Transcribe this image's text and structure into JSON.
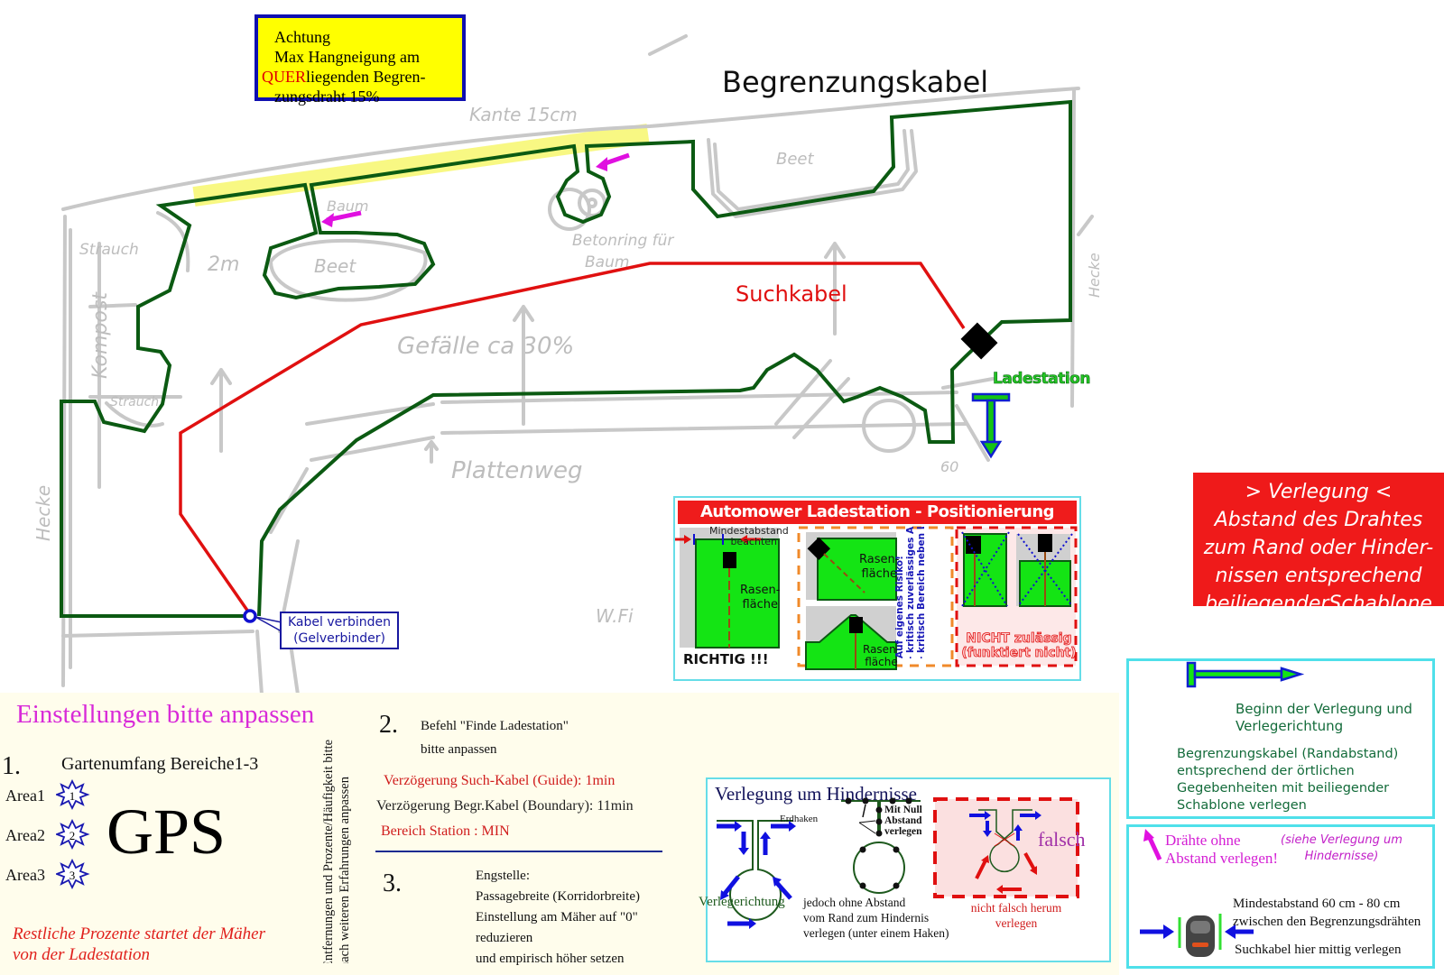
{
  "colors": {
    "boundary_cable": "#0b5a12",
    "guide_cable": "#e01010",
    "sketch": "#c8c8c8",
    "warning_bg": "#ffff00",
    "warning_border": "#1010b0",
    "panel_border": "#66dde8",
    "header_red": "#ef1c1c",
    "magenta": "#d82ad8",
    "settings_bg": "#fffdec"
  },
  "warning": {
    "line1": "Achtung",
    "line2": "Max Hangneigung am",
    "highlight": "QUER",
    "line3": "liegenden Begren-",
    "line4": "zungsdraht 15%"
  },
  "map": {
    "boundary_label": "Begrenzungskabel",
    "guide_label": "Suchkabel",
    "station_label": "Ladestation",
    "connector_callout": [
      "Kabel verbinden",
      "(Gelverbinder)"
    ],
    "sketch_labels": {
      "kante": "Kante 15cm",
      "strauch_top": "Strauch",
      "kompost": "Kompost",
      "strauch_bottom": "Strauch",
      "beet_left": "Beet",
      "beet_right": "Beet",
      "baum": "Baum",
      "two_m": "2m",
      "betonring": "Betonring für",
      "baum2": "Baum",
      "gefaelle": "Gefälle ca 30%",
      "hecke_left": "Hecke",
      "hecke_right": "Hecke",
      "plattenweg": "Plattenweg",
      "sixty": "60",
      "wfi": "W.Fi"
    }
  },
  "positioning_panel": {
    "title": "Automower Ladestation - Positionierung",
    "min_distance": [
      "Mindestabstand",
      "beachten"
    ],
    "lawn_label": [
      "Rasen-",
      "fläche"
    ],
    "correct_label": "RICHTIG !!!",
    "risk_text": [
      "Auf eigenes Risiko!",
      "- kritisch zuverlässiges Andocken",
      "- kritisch Bereich neben Ladestation"
    ],
    "not_allowed": [
      "NICHT zulässig",
      "(funktiert nicht)"
    ]
  },
  "red_info": {
    "lines": [
      "> Verlegung <",
      "Abstand des Drahtes",
      "zum Rand oder Hinder-",
      "nissen entsprechend",
      "beiliegenderSchablone"
    ]
  },
  "legend_start": {
    "start_text": [
      "Beginn der Verlegung und",
      "Verlegerichtung"
    ],
    "boundary_text": [
      "Begrenzungskabel (Randabstand)",
      "entsprechend der örtlichen",
      "Gegebenheiten mit beiliegender",
      "Schablone verlegen"
    ]
  },
  "legend_corridor": {
    "wires_text": [
      "Drähte ohne",
      "Abstand verlegen!"
    ],
    "see_text": [
      "(siehe Verlegung um",
      "Hindernisse)"
    ],
    "min_text": [
      "Mindestabstand 60 cm - 80 cm",
      "zwischen den Begrenzungsdrähten"
    ],
    "guide_text": "Suchkabel hier mittig verlegen"
  },
  "settings": {
    "title": "Einstellungen bitte anpassen",
    "step1": {
      "number": "1.",
      "heading": "Gartenumfang Bereiche1-3",
      "areas": [
        {
          "label": "Area1",
          "badge": "1"
        },
        {
          "label": "Area2",
          "badge": "2"
        },
        {
          "label": "Area3",
          "badge": "3"
        }
      ],
      "gps": "GPS",
      "remainder": [
        "Restliche Prozente  startet der Mäher",
        "von der Ladestation"
      ],
      "vertical_note": [
        "Entfernungen und Prozente/Häufigkeit bitte",
        "nach weiteren Erfahrungen anpassen"
      ]
    },
    "step2": {
      "number": "2.",
      "heading": [
        "Befehl \"Finde Ladestation\"",
        "bitte anpassen"
      ],
      "guide_delay": "Verzögerung Such-Kabel (Guide): 1min",
      "boundary_delay": "Verzögerung Begr.Kabel (Boundary): 11min",
      "station_range": "Bereich Station : MIN"
    },
    "step3": {
      "number": "3.",
      "lines": [
        "Engstelle:",
        "Passagebreite (Korridorbreite)",
        "Einstellung am Mäher auf \"0\"",
        "reduzieren",
        "und empirisch höher setzen"
      ]
    }
  },
  "obstacles_panel": {
    "title": "Verlegung um Hindernisse",
    "direction_label": "Verlegerichtung",
    "erdhaken": "Erdhaken",
    "null_distance": [
      "Mit Null",
      "Abstand",
      "verlegen"
    ],
    "no_distance": [
      "jedoch ohne Abstand",
      "vom Rand zum Hindernis",
      "verlegen (unter einem Haken)"
    ],
    "wrong": "falsch",
    "wrong_caption": [
      "nicht falsch herum",
      "verlegen"
    ]
  }
}
